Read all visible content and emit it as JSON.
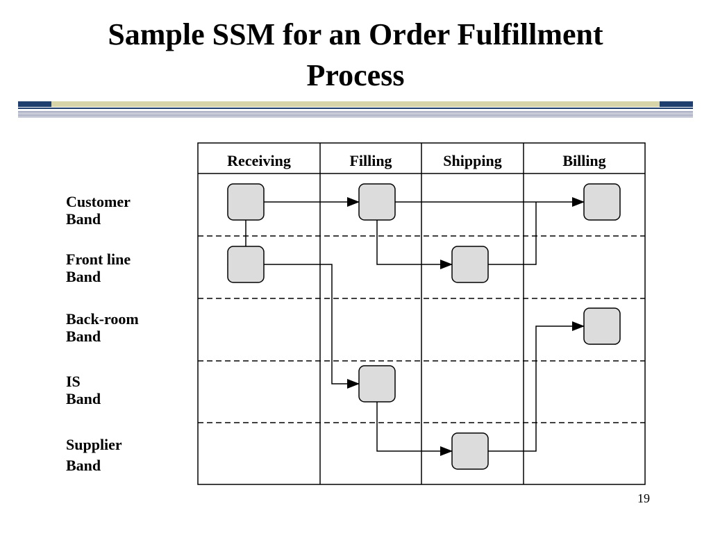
{
  "title": {
    "line1": "Sample SSM for an Order Fulfillment",
    "line2": "Process"
  },
  "columns": [
    "Receiving",
    "Filling",
    "Shipping",
    "Billing"
  ],
  "bands": [
    {
      "line1": "Customer",
      "line2": "Band"
    },
    {
      "line1": "Front line",
      "line2": "Band"
    },
    {
      "line1": "Back-room",
      "line2": "Band"
    },
    {
      "line1": "IS",
      "line2": "Band"
    },
    {
      "line1": "Supplier",
      "line2": "Band"
    }
  ],
  "steps": [
    {
      "id": "step-customer-receiving",
      "band": 0,
      "column": 0
    },
    {
      "id": "step-customer-filling",
      "band": 0,
      "column": 1
    },
    {
      "id": "step-customer-billing",
      "band": 0,
      "column": 3
    },
    {
      "id": "step-frontline-receiving",
      "band": 1,
      "column": 0
    },
    {
      "id": "step-frontline-shipping",
      "band": 1,
      "column": 2
    },
    {
      "id": "step-backroom-billing",
      "band": 2,
      "column": 3
    },
    {
      "id": "step-is-filling",
      "band": 3,
      "column": 1
    },
    {
      "id": "step-supplier-shipping",
      "band": 4,
      "column": 2
    }
  ],
  "flows": [
    {
      "from": "step-customer-receiving",
      "to": "step-customer-filling"
    },
    {
      "from": "step-customer-receiving",
      "to": "step-frontline-receiving"
    },
    {
      "from": "step-customer-filling",
      "to": "step-customer-billing"
    },
    {
      "from": "step-customer-filling",
      "to": "step-frontline-shipping"
    },
    {
      "from": "step-frontline-shipping",
      "to": "step-customer-billing"
    },
    {
      "from": "step-frontline-receiving",
      "to": "step-is-filling"
    },
    {
      "from": "step-is-filling",
      "to": "step-supplier-shipping"
    },
    {
      "from": "step-supplier-shipping",
      "to": "step-backroom-billing"
    }
  ],
  "colors": {
    "box_fill": "#dcdcdc",
    "rule_navy": "#1f3f6e",
    "rule_tan": "#d6d4a8"
  },
  "page_number": "19"
}
